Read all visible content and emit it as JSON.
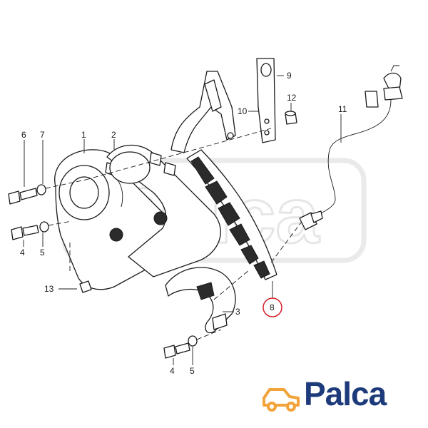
{
  "diagram": {
    "callouts": [
      {
        "id": "c1",
        "label": "1"
      },
      {
        "id": "c2",
        "label": "2"
      },
      {
        "id": "c3",
        "label": "3"
      },
      {
        "id": "c4a",
        "label": "4"
      },
      {
        "id": "c4b",
        "label": "4"
      },
      {
        "id": "c5a",
        "label": "5"
      },
      {
        "id": "c5b",
        "label": "5"
      },
      {
        "id": "c6",
        "label": "6"
      },
      {
        "id": "c7",
        "label": "7"
      },
      {
        "id": "c8",
        "label": "8"
      },
      {
        "id": "c9",
        "label": "9"
      },
      {
        "id": "c10",
        "label": "10"
      },
      {
        "id": "c11",
        "label": "11"
      },
      {
        "id": "c12",
        "label": "12"
      },
      {
        "id": "c13",
        "label": "13"
      }
    ],
    "highlighted_callout": "8",
    "highlight_color": "#d81e2a"
  },
  "logo": {
    "text": "Palca",
    "text_color": "#1d3a7a",
    "accent_color": "#f2a33a"
  },
  "watermark": {
    "text": "Palca"
  }
}
